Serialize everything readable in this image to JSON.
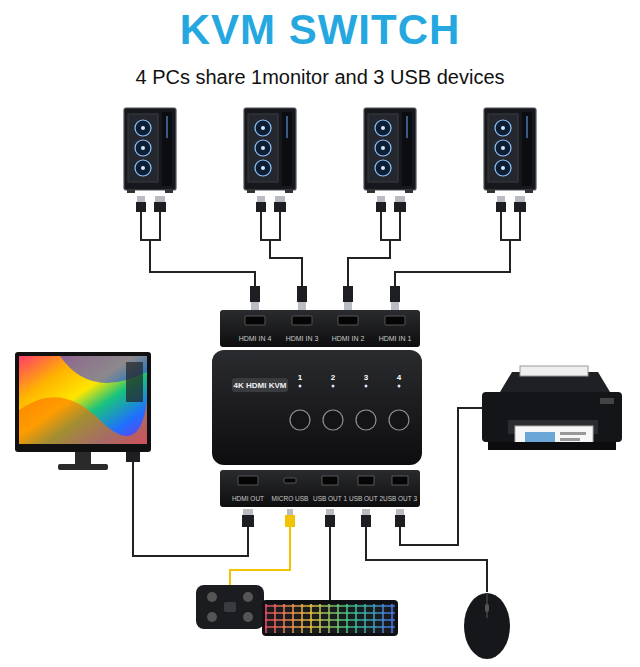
{
  "diagram": {
    "title": "KVM SWITCH",
    "nodes": [
      {
        "text": [
          "HDMI IN 4",
          "HDMI IN 3",
          "HDMI IN 2",
          "HDMI IN 1"
        ]
      },
      {
        "text": [
          "4K HDMI KVM",
          "1",
          "2",
          "3",
          "4"
        ]
      },
      {
        "text": [
          "HDMI OUT",
          "MICRO USB",
          "USB OUT 1",
          "USB OUT 2",
          "USB OUT 3"
        ]
      }
    ],
    "labels": [
      "4 PCs share 1monitor and 3 USB devices"
    ]
  }
}
